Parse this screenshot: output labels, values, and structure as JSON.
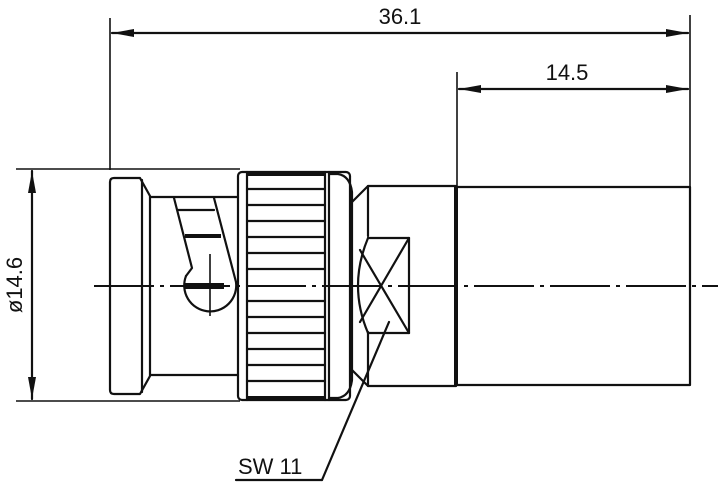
{
  "drawing": {
    "title": "BNC connector dimensional drawing",
    "line_color": "#111111",
    "background": "#ffffff",
    "units": "mm"
  },
  "dimensions": {
    "overall_length": {
      "label": "36.1",
      "value": 36.1
    },
    "body_length": {
      "label": "14.5",
      "value": 14.5
    },
    "diameter": {
      "label": "ø14.6",
      "value": 14.6
    }
  },
  "callouts": {
    "wrench_size": {
      "label": "SW 11",
      "value": 11
    }
  }
}
